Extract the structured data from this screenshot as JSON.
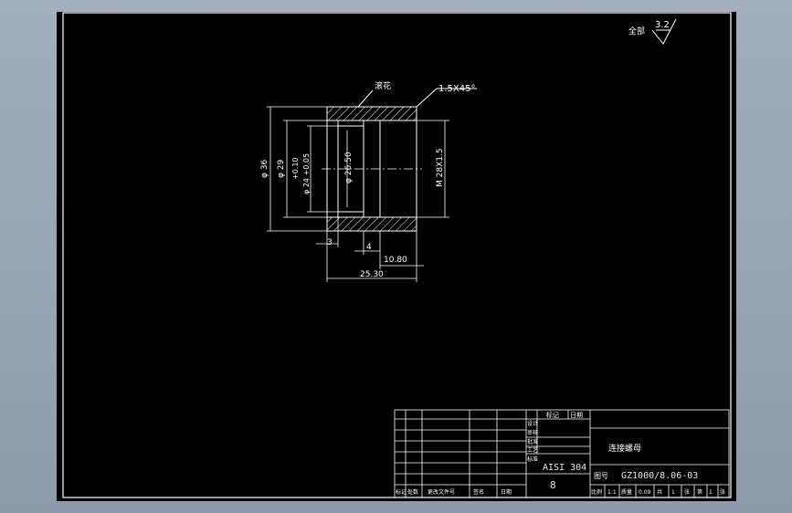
{
  "drawing": {
    "roughness": {
      "label": "全部",
      "value": "3.2"
    },
    "callouts": {
      "knurl": "滚花",
      "chamfer": "1.5X45°"
    },
    "dimensions": {
      "outer_dia": "φ 36",
      "dia_29": "φ 29",
      "tolerance": "+0.10",
      "dia_24": "φ 24 +0.05",
      "dia_26": "φ 26.50",
      "thread": "M 28X1.5",
      "len_3": "3",
      "len_4": "4",
      "len_10": "10.80",
      "len_total": "25.30"
    }
  },
  "title_block": {
    "part_name": "连接螺母",
    "drawing_no_label": "图号",
    "drawing_no": "GZ1000/8.06-03",
    "material": "AISI 304",
    "quantity": "8",
    "h_right_1": "标记",
    "h_right_2": "日期",
    "mid_1": "设计",
    "mid_2": "审核",
    "mid_3": "批准",
    "mid_4": "工艺",
    "mid_5": "标准",
    "bottom": [
      "标记",
      "处数",
      "更改文件号",
      "签名",
      "日期"
    ],
    "scale_row": [
      "比例",
      "1:1",
      "质量",
      "0.09",
      "共",
      "1",
      "张",
      "第",
      "1",
      "张"
    ]
  }
}
